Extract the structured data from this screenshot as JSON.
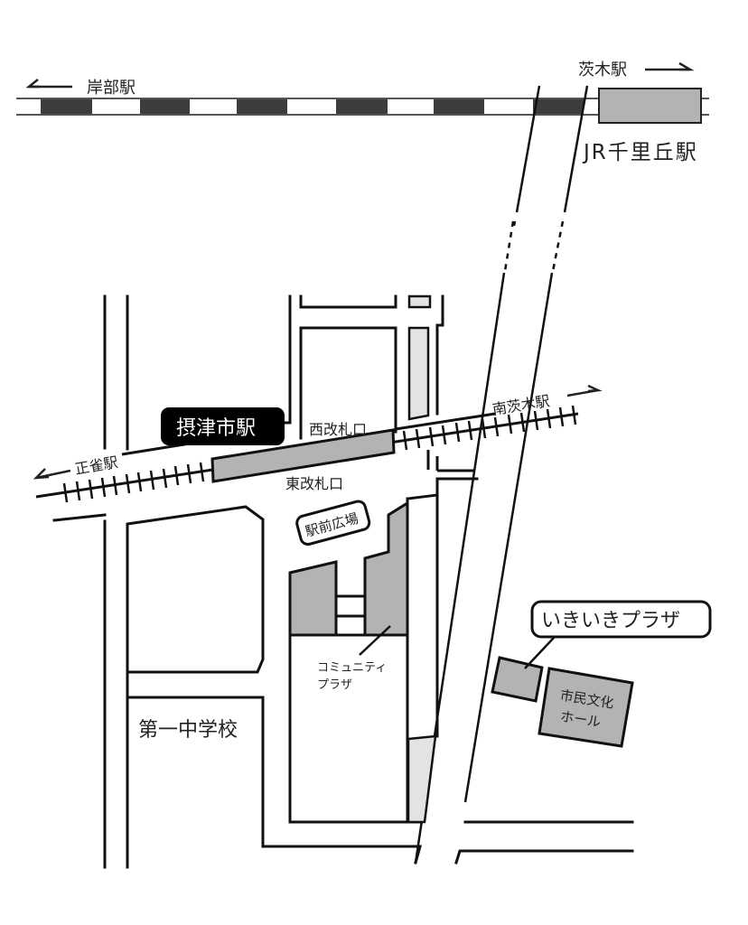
{
  "map": {
    "jr_line": {
      "west_direction_label": "岸部駅",
      "east_direction_label": "茨木駅",
      "station_label": "JR千里丘駅",
      "track_dark_color": "#3c3c3c",
      "station_fill_color": "#b3b3b3"
    },
    "hankyu_line": {
      "station_label": "摂津市駅",
      "west_direction_label": "正雀駅",
      "east_direction_label": "南茨木駅",
      "west_gate_label": "西改札口",
      "east_gate_label": "東改札口",
      "label_bg_color": "#000000"
    },
    "places": {
      "station_plaza": "駅前広場",
      "community_plaza_line1": "コミュニティ",
      "community_plaza_line2": "プラザ",
      "ikiiki_plaza": "いきいきプラザ",
      "civic_hall_line1": "市民文化",
      "civic_hall_line2": "ホール",
      "school": "第一中学校"
    },
    "colors": {
      "building": "#b3b3b3",
      "light_block": "#e3e3e3",
      "line": "#111111"
    }
  }
}
